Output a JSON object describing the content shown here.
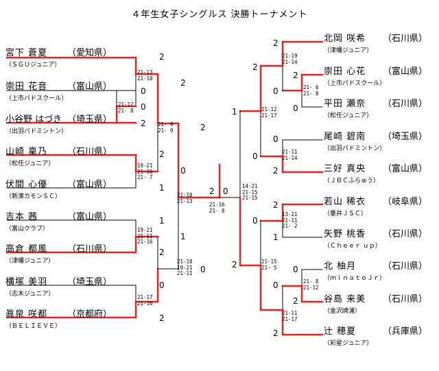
{
  "title": "４年生女子シングルス 決勝トーナメント",
  "left": [
    {
      "name": "宮下 蒼夏",
      "pref": "（愛知県）",
      "club": "（ＳＧＵジュニア）"
    },
    {
      "name": "崇田 花音",
      "pref": "（富山県）",
      "club": "（上市バドスクール）"
    },
    {
      "name": "小谷野 はづき",
      "pref": "（埼玉県）",
      "club": "（出羽バドミントン）"
    },
    {
      "name": "山崎 稟乃",
      "pref": "（石川県）",
      "club": "（松任ジュニア）"
    },
    {
      "name": "伏間 心優",
      "pref": "（富山県）",
      "club": "（新湊カモンＳＣ）"
    },
    {
      "name": "吉本 茜",
      "pref": "（富山県）",
      "club": "（富山クラブ）"
    },
    {
      "name": "高倉 都風",
      "pref": "（石川県）",
      "club": "（津幡ジュニア）"
    },
    {
      "name": "横塚 美羽",
      "pref": "（埼玉県）",
      "club": "（志木ジュニア）"
    },
    {
      "name": "眞泉 咲都",
      "pref": "（京都府）",
      "club": "（ＢＥＬＩＥＶＥ）"
    }
  ],
  "right": [
    {
      "name": "北岡 咲希",
      "pref": "（石川県）",
      "club": "（津幡ジュニア）"
    },
    {
      "name": "崇田 心花",
      "pref": "（富山県）",
      "club": "（上市バドスクール）"
    },
    {
      "name": "平田 瀬奈",
      "pref": "（石川県）",
      "club": "（松任ジュニア）"
    },
    {
      "name": "尾崎 碧南",
      "pref": "（埼玉県）",
      "club": "（出羽バドミントン）"
    },
    {
      "name": "三好 真央",
      "pref": "（富山県）",
      "club": "（ＪＢＣふらゅう）"
    },
    {
      "name": "若山 稀衣",
      "pref": "（岐阜県）",
      "club": "（垂井ＪＳＣ）"
    },
    {
      "name": "矢野 桃香",
      "pref": "（石川県）",
      "club": "（Ｃｈｅｅｒ ｕｐ）"
    },
    {
      "name": "北 柚月",
      "pref": "（石川県）",
      "club": "（ｍｉｎａｔｏＪｒ）"
    },
    {
      "name": "谷島 来美",
      "pref": "（石川県）",
      "club": "（金沢崎浦）"
    },
    {
      "name": "辻 穂夏",
      "pref": "（兵庫県）",
      "club": "（彩星ジュニア）"
    }
  ],
  "scores": {
    "l_m1_top": "2",
    "l_m1_bot": "0",
    "l_m1_set": "21-13\n21-10",
    "l_m2_top": "0",
    "l_m2_bot": "2",
    "l_m2_set": "21-12\n21- 8",
    "l_m3_top": "2",
    "l_m3_bot": "0",
    "l_m3_set": "21- 9\n21- 9",
    "l_m4_top": "2",
    "l_m4_bot": "1",
    "l_m4_set": "19-21\n21-16\n21- 7",
    "l_m5_top": "1",
    "l_m5_bot": "2",
    "l_m5_set": "19-21\n21-11\n21-16",
    "l_m6_top": "0",
    "l_m6_bot": "2",
    "l_m6_set": "21-17\n21-16",
    "l_m7_top": "1",
    "l_m7_bot": "0",
    "l_m7_set": "21-18\n19-21\n21-11",
    "l_m8_top": "2",
    "l_m8_bot": "0",
    "l_m8_set": "21-10\n21-13",
    "f_left": "2",
    "f_right": "0",
    "f_set": "21-16\n21- 8",
    "r_m1_top": "2",
    "r_m1_bot": "0",
    "r_m1_set": "21-19\n21-14",
    "r_m2_top": "2",
    "r_m2_bot": "0",
    "r_m2_set": "21- 6\n21- 8",
    "r_m3_top": "0",
    "r_m3_bot": "2",
    "r_m3_set": "21-11\n21-14",
    "r_m4_top": "2",
    "r_m4_bot": "0",
    "r_m4_set": "21-12\n21-17",
    "r_m5_top": "2",
    "r_m5_bot": "1",
    "r_m5_set": "13-21\n21-11\n21- 2",
    "r_m6_top": "0",
    "r_m6_bot": "2",
    "r_m6_set": "21- 8\n21-12",
    "r_m7_top": "0",
    "r_m7_bot": "2",
    "r_m7_set": "21-11\n21-17",
    "r_m8_top": "0",
    "r_m8_bot": "2",
    "r_m8_set": "21-15\n21- 5",
    "r_m9_top": "1",
    "r_m9_bot": "2",
    "r_m9_set": "14-21\n21-15\n21-15"
  },
  "colors": {
    "win": "#e8211c",
    "lose": "#000000"
  }
}
